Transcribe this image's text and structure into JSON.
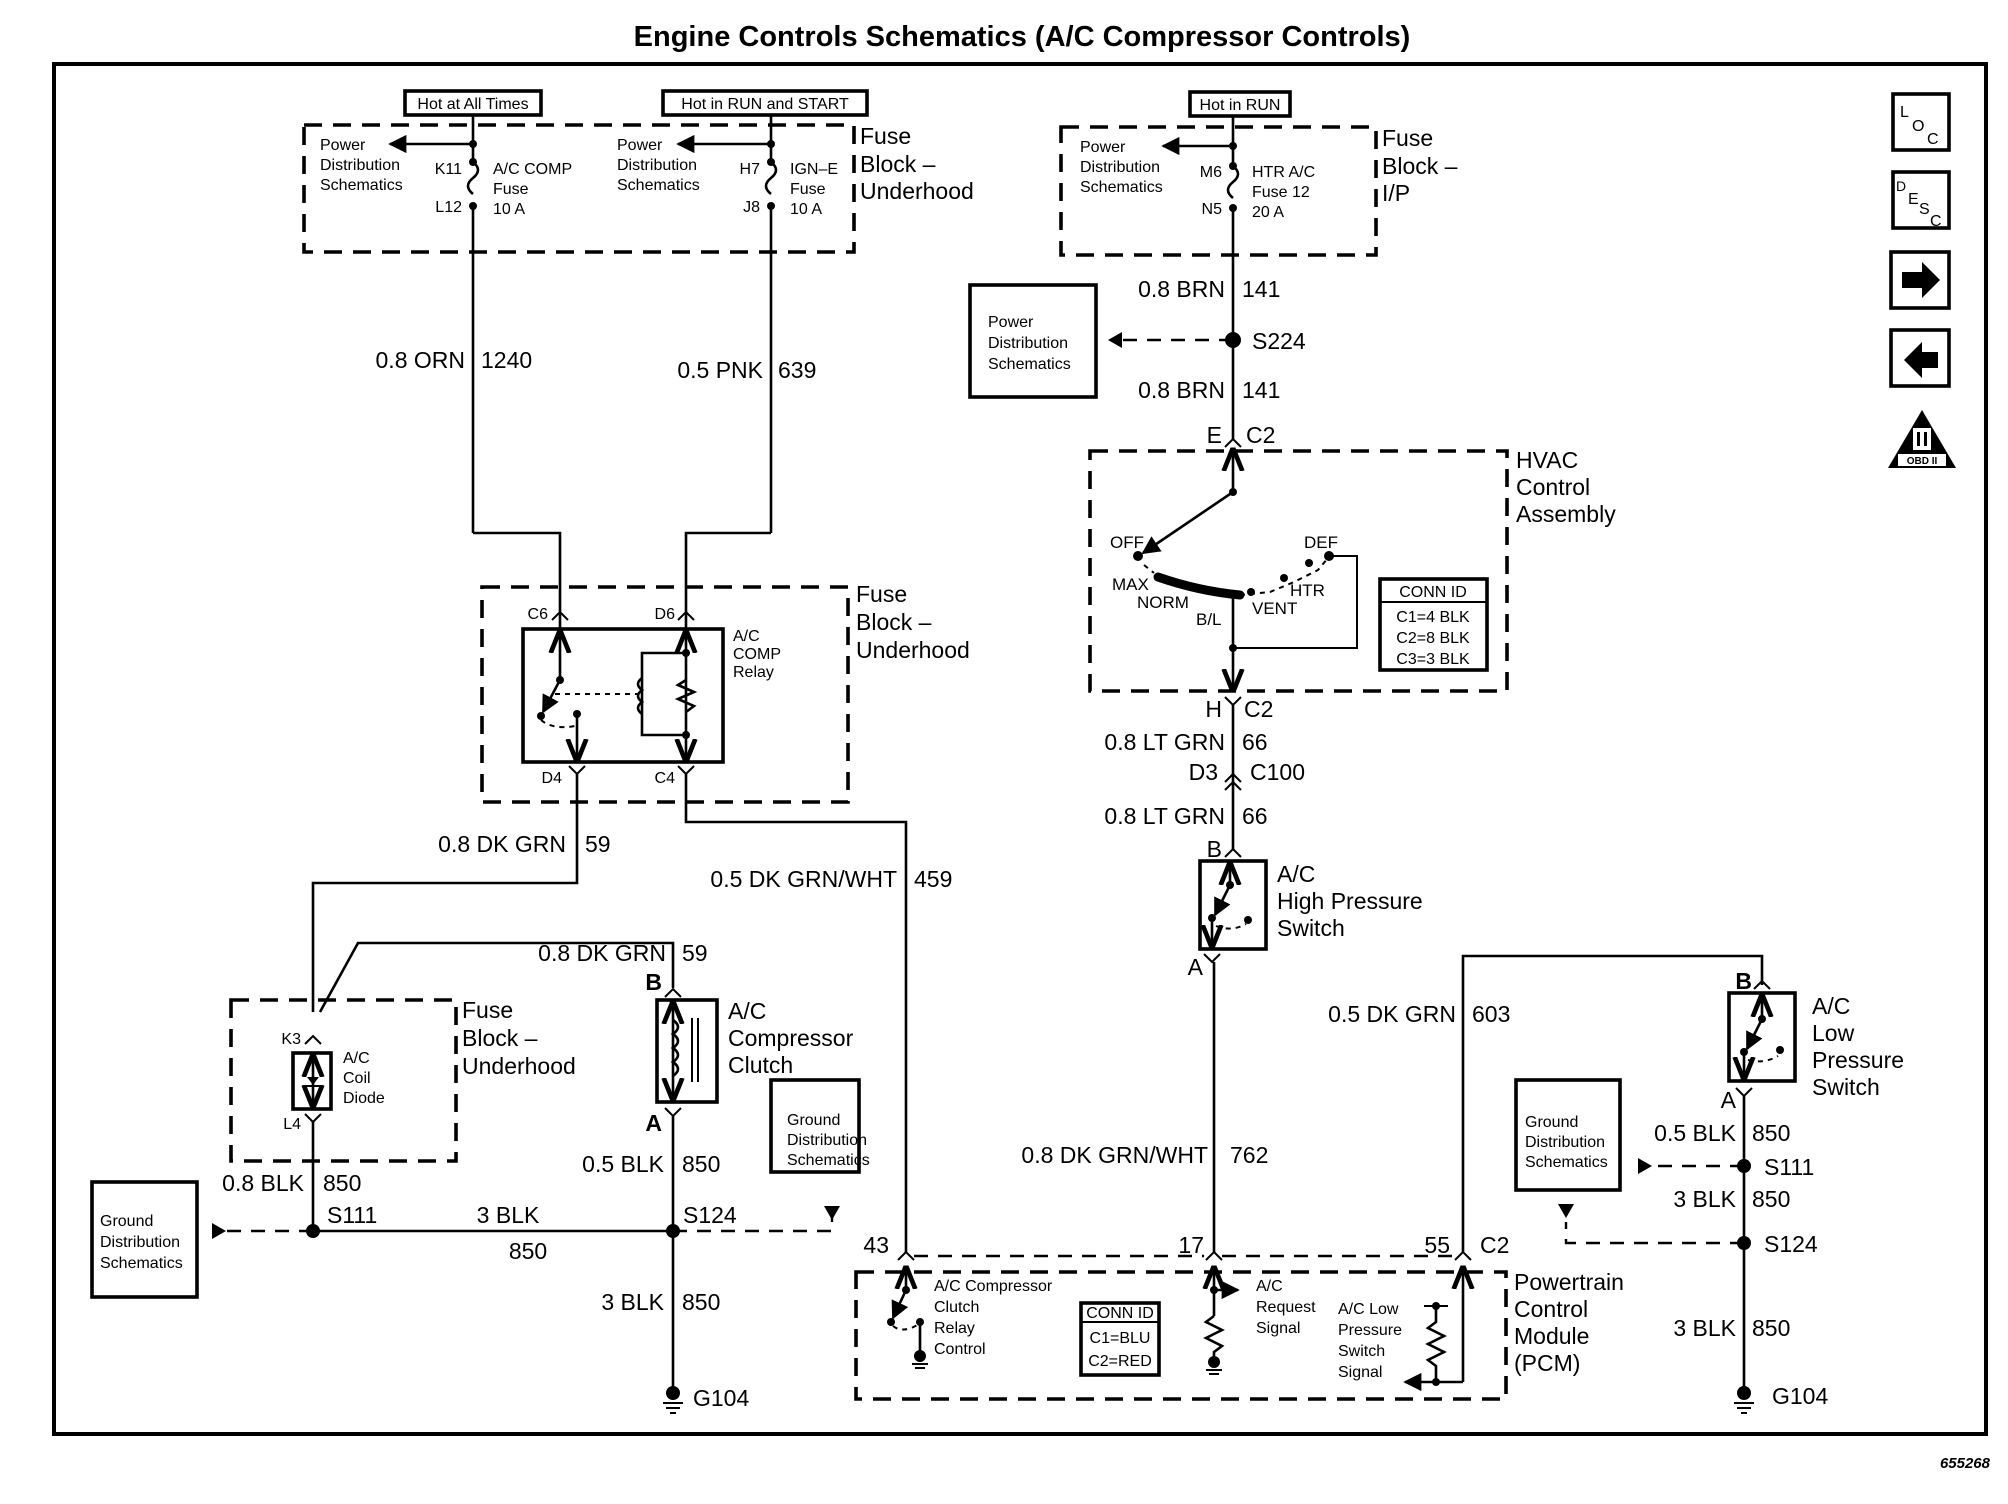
{
  "title": "Engine Controls Schematics (A/C Compressor Controls)",
  "figure_number": "655268",
  "nav_icons": [
    {
      "name": "loc-icon",
      "letters": [
        "L",
        "O",
        "C"
      ]
    },
    {
      "name": "desc-icon",
      "letters": [
        "D",
        "E",
        "S",
        "C"
      ]
    },
    {
      "name": "next-arrow-icon",
      "glyph": "→"
    },
    {
      "name": "prev-arrow-icon",
      "glyph": "←"
    },
    {
      "name": "obd-ii-icon",
      "label": "OBD II",
      "numeral": "II"
    }
  ],
  "power_labels": {
    "hot_all_times": "Hot at All Times",
    "hot_run_start": "Hot in RUN and START",
    "hot_run": "Hot in RUN"
  },
  "common": {
    "power_dist": [
      "Power",
      "Distribution",
      "Schematics"
    ],
    "ground_dist": [
      "Ground",
      "Distribution",
      "Schematics"
    ]
  },
  "fuse_block_underhood_top": {
    "label": [
      "Fuse",
      "Block –",
      "Underhood"
    ],
    "fuse1": {
      "in_pin": "K11",
      "out_pin": "L12",
      "name": [
        "A/C COMP",
        "Fuse",
        "10 A"
      ]
    },
    "fuse2": {
      "in_pin": "H7",
      "out_pin": "J8",
      "name": [
        "IGN–E",
        "Fuse",
        "10 A"
      ]
    }
  },
  "fuse_block_ip": {
    "label": [
      "Fuse",
      "Block –",
      "I/P"
    ],
    "fuse": {
      "in_pin": "M6",
      "out_pin": "N5",
      "name": [
        "HTR A/C",
        "Fuse 12",
        "20 A"
      ]
    }
  },
  "wires": {
    "orn": {
      "gauge_color": "0.8 ORN",
      "circuit": "1240"
    },
    "pnk": {
      "gauge_color": "0.5 PNK",
      "circuit": "639"
    },
    "brn_upper": {
      "gauge_color": "0.8 BRN",
      "circuit": "141"
    },
    "brn_lower": {
      "gauge_color": "0.8 BRN",
      "circuit": "141"
    },
    "ltgrn_upper": {
      "gauge_color": "0.8 LT GRN",
      "circuit": "66"
    },
    "ltgrn_lower": {
      "gauge_color": "0.8 LT GRN",
      "circuit": "66"
    },
    "dkgrn_59a": {
      "gauge_color": "0.8 DK GRN",
      "circuit": "59"
    },
    "dkgrn_59b": {
      "gauge_color": "0.8 DK GRN",
      "circuit": "59"
    },
    "dkgrnwht_459": {
      "gauge_color": "0.5 DK GRN/WHT",
      "circuit": "459"
    },
    "dkgrnwht_762": {
      "gauge_color": "0.8 DK GRN/WHT",
      "circuit": "762"
    },
    "dkgrn_603": {
      "gauge_color": "0.5 DK GRN",
      "circuit": "603"
    },
    "blk_08": {
      "gauge_color": "0.8 BLK",
      "circuit": "850"
    },
    "blk_05_clutch": {
      "gauge_color": "0.5 BLK",
      "circuit": "850"
    },
    "blk_3_horiz": {
      "gauge_color": "3 BLK",
      "circuit": "850"
    },
    "blk_3_g104_left": {
      "gauge_color": "3 BLK",
      "circuit": "850"
    },
    "blk_05_right": {
      "gauge_color": "0.5 BLK",
      "circuit": "850"
    },
    "blk_3_right_a": {
      "gauge_color": "3 BLK",
      "circuit": "850"
    },
    "blk_3_right_b": {
      "gauge_color": "3 BLK",
      "circuit": "850"
    }
  },
  "splices": {
    "s224": "S224",
    "s111_left": "S111",
    "s124_left": "S124",
    "s111_right": "S111",
    "s124_right": "S124"
  },
  "grounds": {
    "left": "G104",
    "right": "G104"
  },
  "hvac": {
    "label": [
      "HVAC",
      "Control",
      "Assembly"
    ],
    "top_conn": {
      "pin": "E",
      "conn": "C2"
    },
    "bottom_conn": {
      "pin": "H",
      "conn": "C2"
    },
    "positions": {
      "off": "OFF",
      "max": "MAX",
      "norm": "NORM",
      "bl": "B/L",
      "vent": "VENT",
      "htr": "HTR",
      "def": "DEF"
    },
    "conn_id": {
      "header": "CONN ID",
      "rows": [
        "C1=4 BLK",
        "C2=8 BLK",
        "C3=3 BLK"
      ]
    }
  },
  "c100": {
    "pin": "D3",
    "conn": "C100"
  },
  "relay_block": {
    "label": [
      "Fuse",
      "Block –",
      "Underhood"
    ],
    "relay": [
      "A/C",
      "COMP",
      "Relay"
    ],
    "pins": {
      "c6": "C6",
      "d6": "D6",
      "d4": "D4",
      "c4": "C4"
    }
  },
  "diode_block": {
    "label": [
      "Fuse",
      "Block –",
      "Underhood"
    ],
    "diode": [
      "A/C",
      "Coil",
      "Diode"
    ],
    "pins": {
      "top": "K3",
      "bottom": "L4"
    }
  },
  "clutch": {
    "label": [
      "A/C",
      "Compressor",
      "Clutch"
    ],
    "pin_top": "B",
    "pin_bottom": "A"
  },
  "high_pressure_switch": {
    "label": [
      "A/C",
      "High Pressure",
      "Switch"
    ],
    "pin_top": "B",
    "pin_bottom": "A"
  },
  "low_pressure_switch": {
    "label": [
      "A/C",
      "Low",
      "Pressure",
      "Switch"
    ],
    "pin_top": "B",
    "pin_bottom": "A"
  },
  "pcm": {
    "label": [
      "Powertrain",
      "Control",
      "Module",
      "(PCM)"
    ],
    "pins": {
      "p43": "43",
      "p17": "17",
      "p55": "55",
      "conn": "C2"
    },
    "relay_control": [
      "A/C Compressor",
      "Clutch",
      "Relay",
      "Control"
    ],
    "request_signal": [
      "A/C",
      "Request",
      "Signal"
    ],
    "low_pressure_signal": [
      "A/C Low",
      "Pressure",
      "Switch",
      "Signal"
    ],
    "conn_id": {
      "header": "CONN ID",
      "rows": [
        "C1=BLU",
        "C2=RED"
      ]
    }
  }
}
